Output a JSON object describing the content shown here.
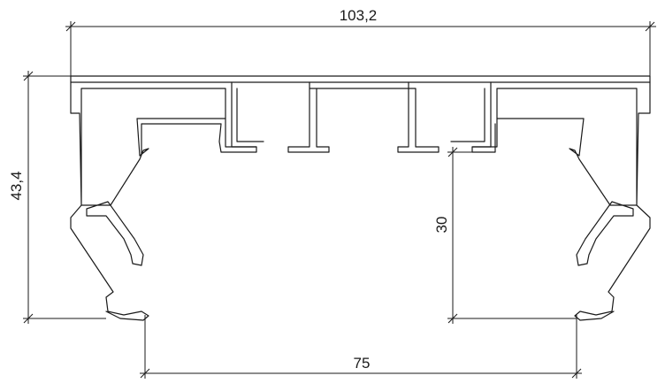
{
  "drawing": {
    "dimensions": {
      "overall_width": "103,2",
      "overall_height": "43,4",
      "inner_height": "30",
      "opening_width": "75"
    },
    "colors": {
      "line": "#1a1a1a",
      "background": "#ffffff"
    }
  }
}
